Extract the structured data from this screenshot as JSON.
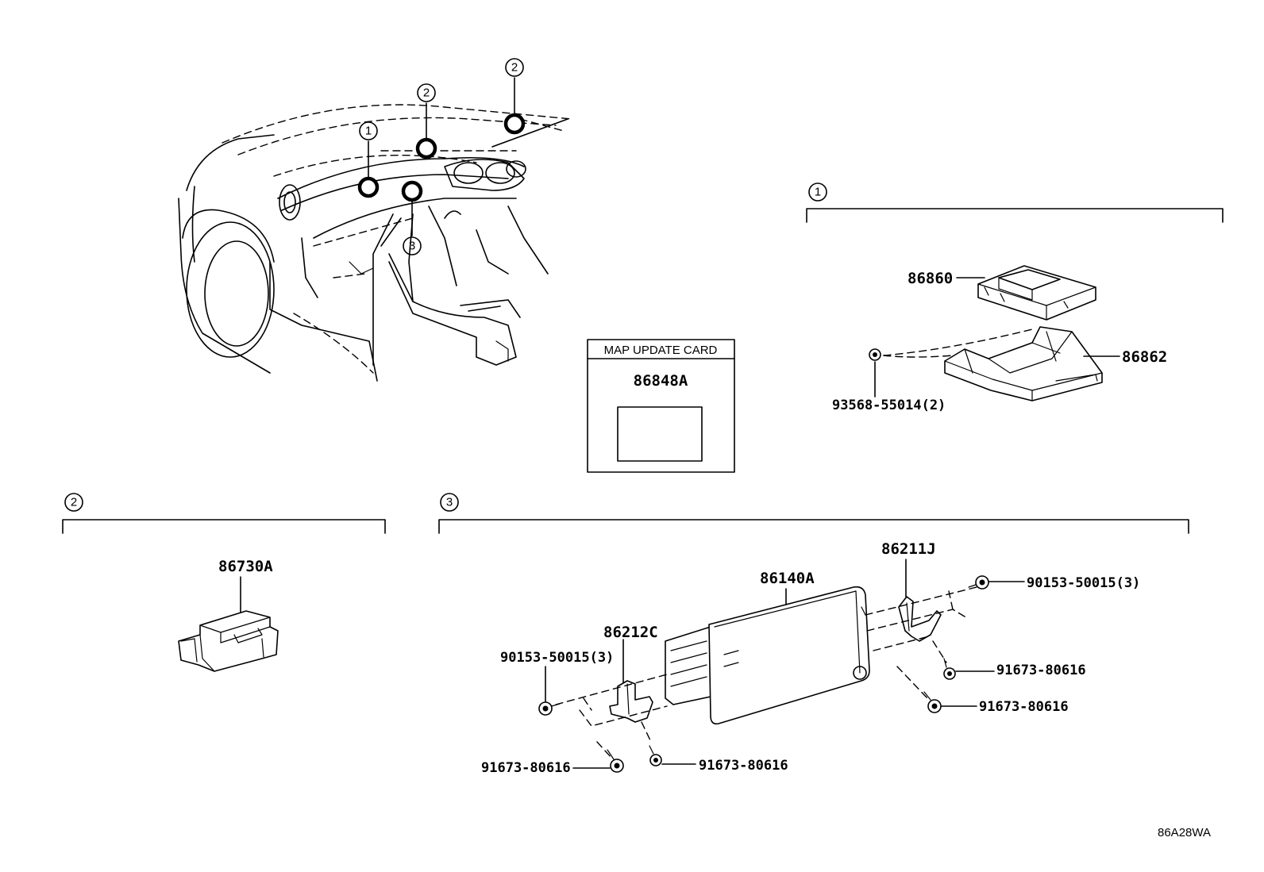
{
  "diagram_code": "86A28WA",
  "location_markers": [
    "1",
    "2",
    "2",
    "3"
  ],
  "section_markers": {
    "s1": "1",
    "s2": "2",
    "s3": "3"
  },
  "map_update_card": {
    "title": "MAP UPDATE CARD",
    "part": "86848A"
  },
  "section1_parts": {
    "p86860": "86860",
    "p86862": "86862",
    "p93568": "93568-55014(2)"
  },
  "section2_parts": {
    "p86730": "86730A"
  },
  "section3_parts": {
    "p86140": "86140A",
    "p86211": "86211J",
    "p86212": "86212C",
    "bolt_right": "90153-50015(3)",
    "bolt_left": "90153-50015(3)",
    "screw_r1": "91673-80616",
    "screw_r2": "91673-80616",
    "screw_b1": "91673-80616",
    "screw_b2": "91673-80616"
  }
}
